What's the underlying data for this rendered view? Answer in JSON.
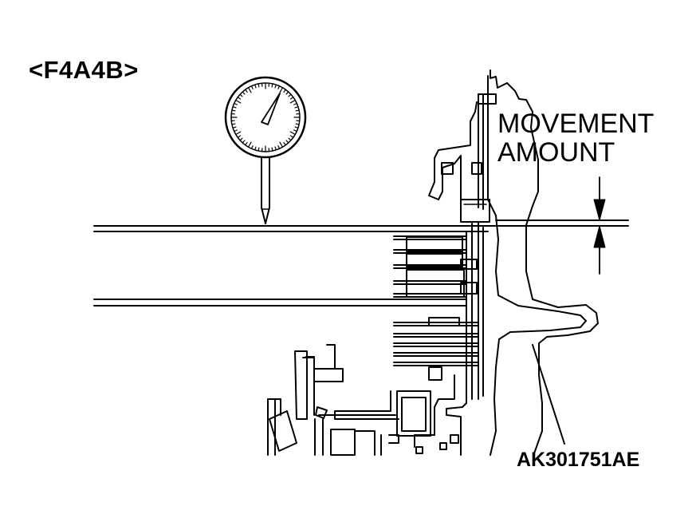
{
  "diagram": {
    "model_label": "<F4A4B>",
    "callout_line1": "MOVEMENT",
    "callout_line2": "AMOUNT",
    "figure_code": "AK301751AE",
    "instrument_icon": "dial-gauge-icon",
    "ink_color": "#000000",
    "paper_color": "#ffffff"
  }
}
